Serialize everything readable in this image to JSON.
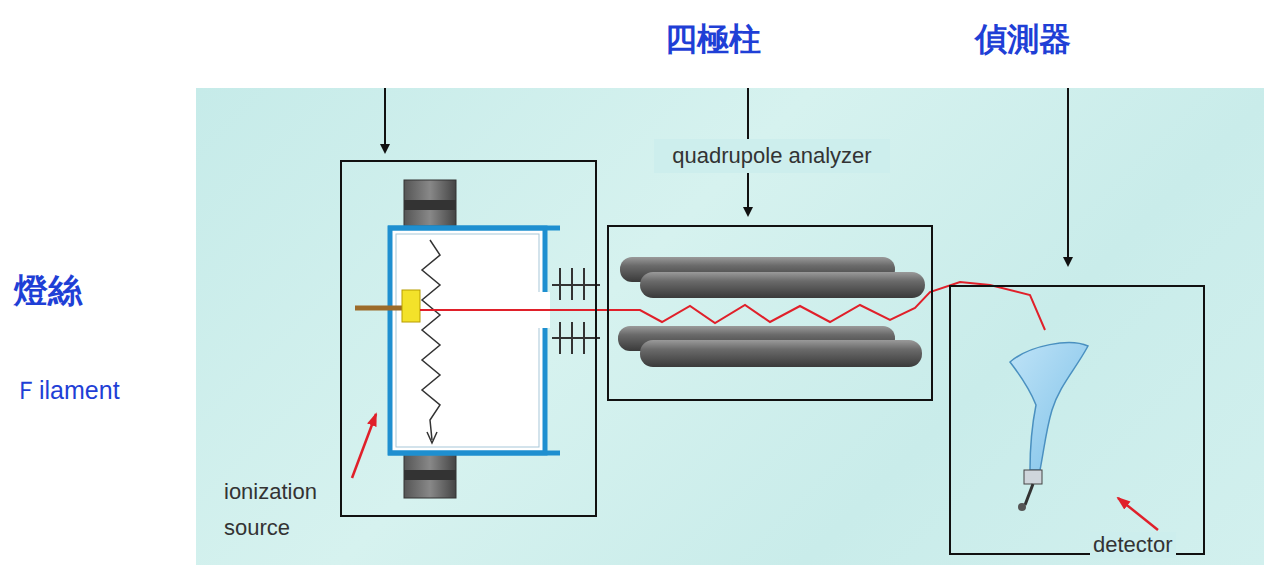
{
  "diagram": {
    "nodes": [
      {
        "text": [
          "ionization source"
        ]
      },
      {
        "text": [
          "quadrupole analyzer"
        ]
      },
      {
        "text": [
          "detector"
        ]
      }
    ],
    "labels": [
      "四極柱",
      "偵測器",
      "燈絲",
      "Ｆilament"
    ]
  }
}
